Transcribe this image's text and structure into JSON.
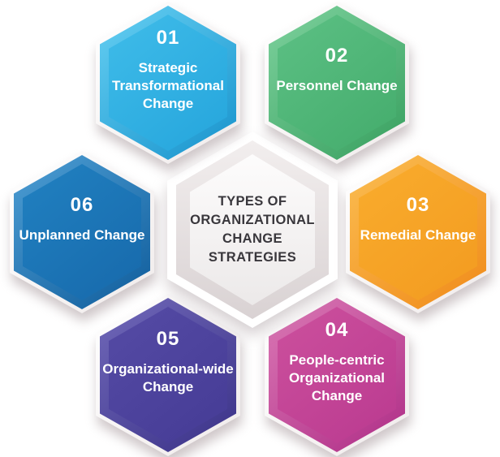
{
  "center": {
    "title": "TYPES OF ORGANIZATIONAL CHANGE STRATEGIES",
    "colors": {
      "ring": "#FFFFFF",
      "mid_light": "#F2EEEE",
      "mid_dark": "#D9D2D3",
      "inner_light": "#FDFCFC",
      "inner_dark": "#ECE9E9",
      "text": "#39373C"
    }
  },
  "items": [
    {
      "number": "01",
      "label": "Strategic Transformational Change",
      "color_name": "cyan",
      "colors": {
        "outer_light": "#66D0F3",
        "outer_dark": "#1792CC",
        "inner_light": "#3FBCE9",
        "inner_dark": "#25A5DC"
      }
    },
    {
      "number": "02",
      "label": "Personnel Change",
      "color_name": "green",
      "colors": {
        "outer_light": "#7ED29E",
        "outer_dark": "#379F5E",
        "inner_light": "#5CC084",
        "inner_dark": "#44AC6C"
      }
    },
    {
      "number": "03",
      "label": "Remedial Change",
      "color_name": "orange",
      "colors": {
        "outer_light": "#FBBE52",
        "outer_dark": "#F08A19",
        "inner_light": "#F9AC2D",
        "inner_dark": "#F39B20"
      }
    },
    {
      "number": "04",
      "label": "People-centric Organizational Change",
      "color_name": "magenta",
      "colors": {
        "outer_light": "#DC79B6",
        "outer_dark": "#AE2D86",
        "inner_light": "#CC509D",
        "inner_dark": "#BA3A90"
      }
    },
    {
      "number": "05",
      "label": "Organizational-wide Change",
      "color_name": "purple",
      "colors": {
        "outer_light": "#7169BA",
        "outer_dark": "#3A3187",
        "inner_light": "#554BA5",
        "inner_dark": "#453B95"
      }
    },
    {
      "number": "06",
      "label": "Unplanned Change",
      "color_name": "blue",
      "colors": {
        "outer_light": "#4E9FD5",
        "outer_dark": "#0F5C9B",
        "inner_light": "#2181C1",
        "inner_dark": "#1769AB"
      }
    }
  ],
  "label_text_color": "#FFFFFF"
}
